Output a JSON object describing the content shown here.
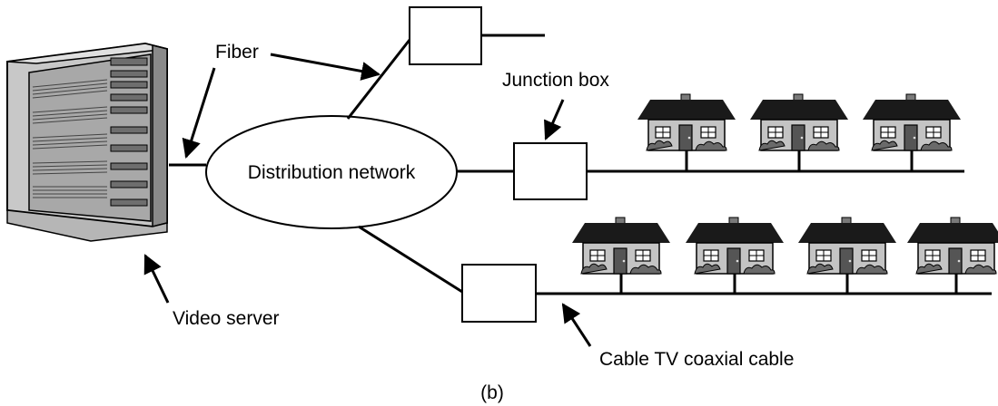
{
  "labels": {
    "fiber": "Fiber",
    "junction_box": "Junction box",
    "distribution_network": "Distribution network",
    "video_server": "Video server",
    "cable": "Cable TV coaxial cable",
    "caption": "(b)"
  },
  "colors": {
    "line": "#000000",
    "server_light": "#c8c8c8",
    "server_mid": "#a8a8a8",
    "server_dark": "#6e6e6e",
    "house_wall": "#c4c4c4",
    "house_roof": "#1a1a1a",
    "house_bush": "#6a6a6a"
  },
  "icons": [
    "server-rack-icon",
    "house-icon"
  ]
}
